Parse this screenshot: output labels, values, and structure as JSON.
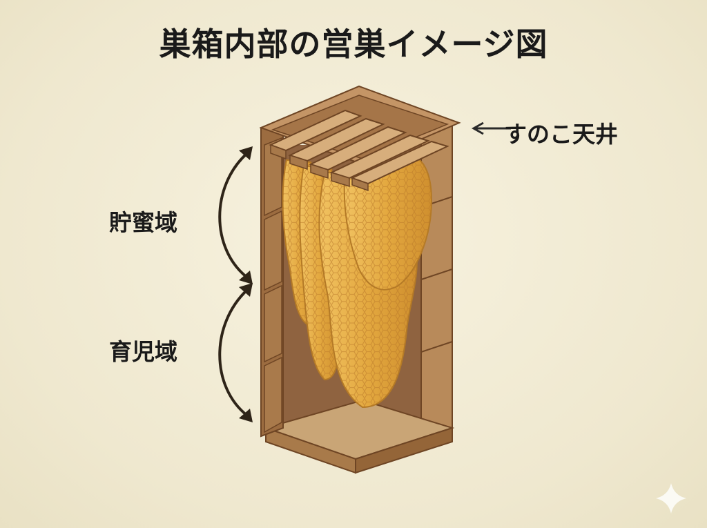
{
  "title": "巣箱内部の営巣イメージ図",
  "labels": {
    "top_frame": "すのこ天井",
    "honey_zone": "貯蜜域",
    "brood_zone": "育児域"
  },
  "colors": {
    "background": "#f2ecd6",
    "wood_dark": "#8a5a36",
    "wood_light": "#b88a5a",
    "comb": "#e0a940",
    "text": "#1a1a1a"
  }
}
